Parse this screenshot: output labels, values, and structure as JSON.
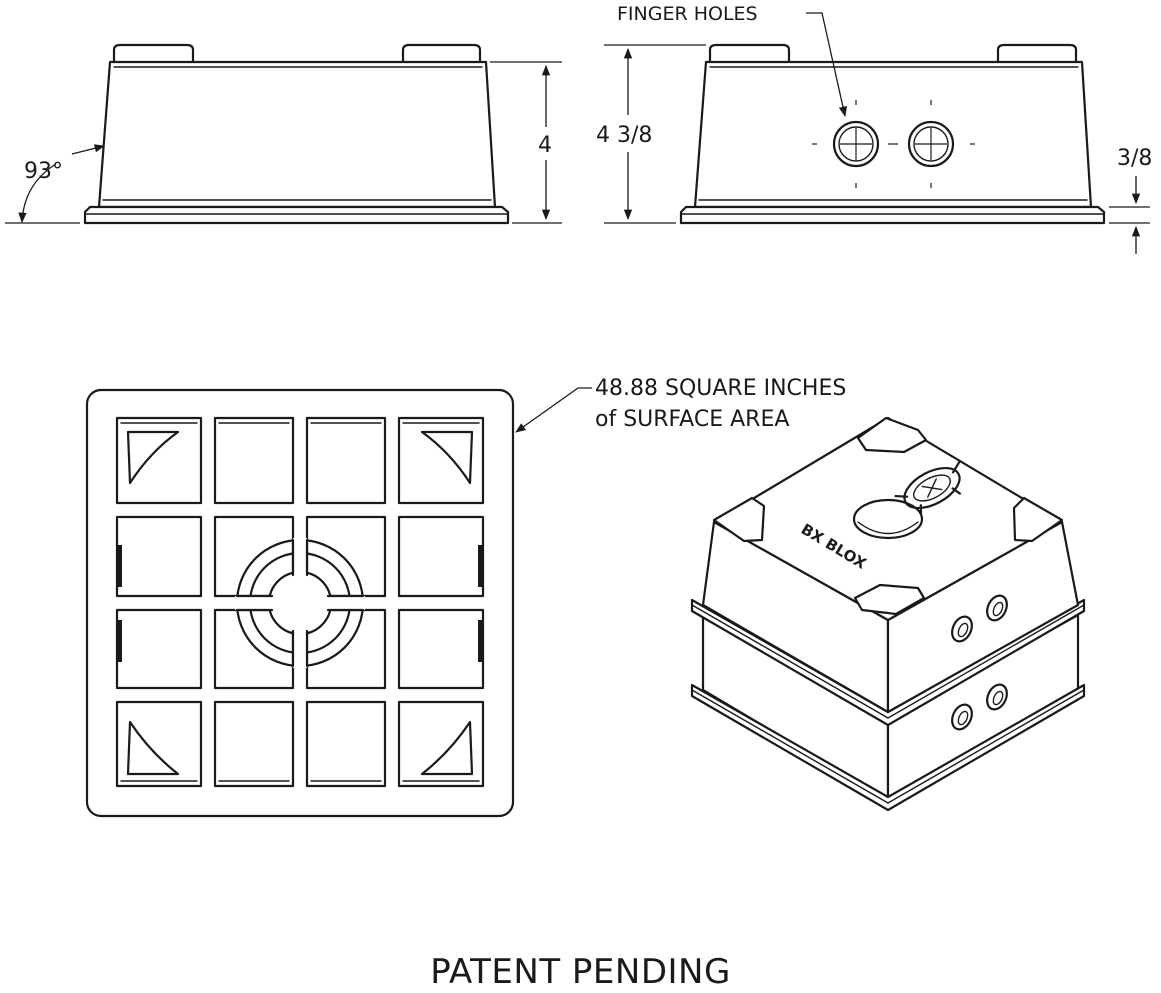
{
  "side_view": {
    "angle_label": "93°",
    "height_label": "4"
  },
  "end_view": {
    "finger_holes_label": "FINGER HOLES",
    "height_label": "4 3/8",
    "lip_label": "3/8"
  },
  "top_view": {
    "surface_area_line1": "48.88 SQUARE INCHES",
    "surface_area_line2": "of SURFACE AREA"
  },
  "isometric_view": {
    "brand_mark": "BX BLOX"
  },
  "footer": {
    "patent_text": "PATENT PENDING"
  }
}
